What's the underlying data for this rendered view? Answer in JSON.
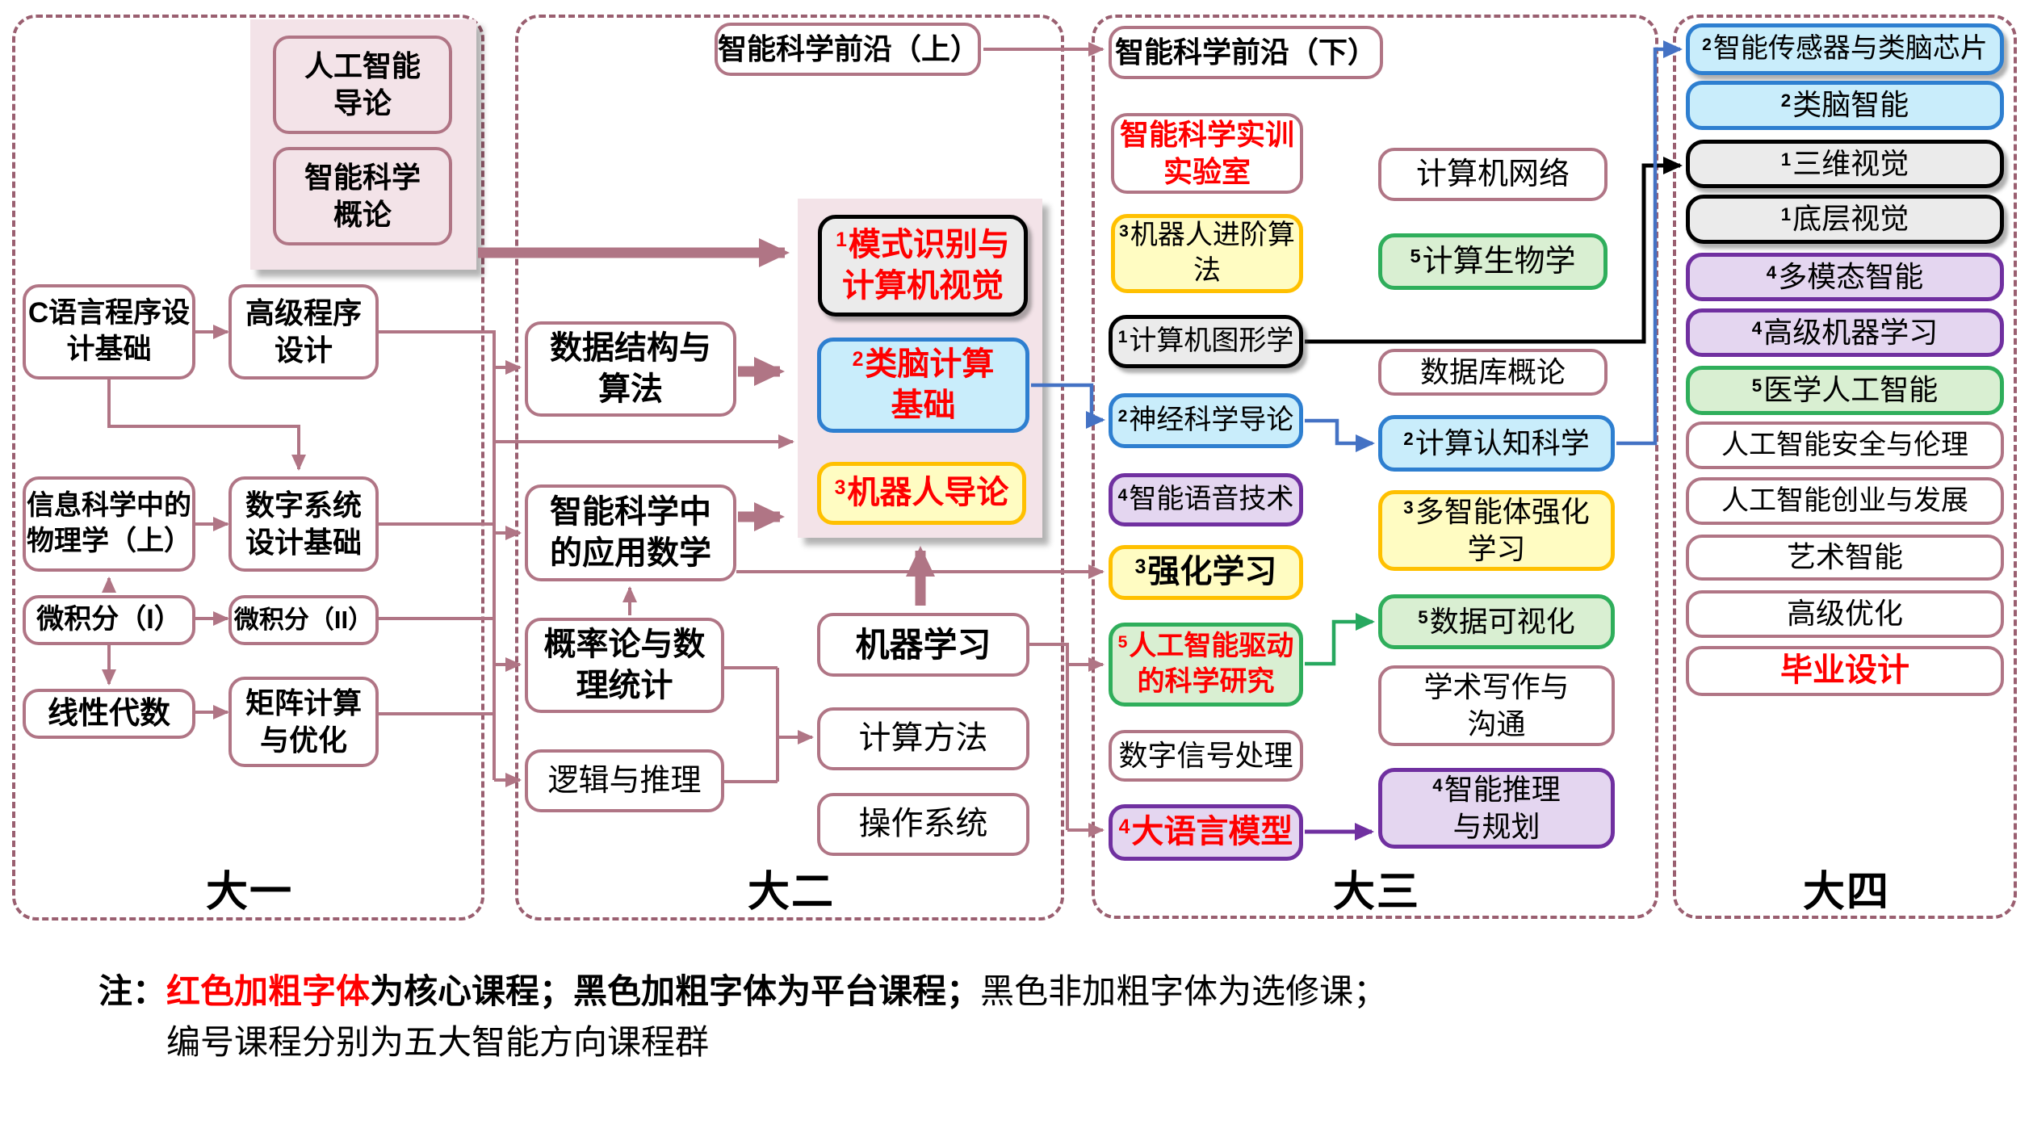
{
  "palette": {
    "pink_border": "#b07585",
    "dashed_border": "#9a5f70",
    "panel_fill": "#f3e3e8",
    "gray_fill": "#ebebeb",
    "blue_fill": "#c9edfb",
    "blue_border": "#2e7fd0",
    "yellow_fill": "#fffcc2",
    "yellow_border": "#ffc000",
    "green_fill": "#d9efd2",
    "green_border": "#2fae5b",
    "purple_fill": "#e4d6f0",
    "purple_border": "#7030a0",
    "red_text": "#ff0000",
    "arrow_blue": "#4472c4",
    "arrow_green": "#27a85f",
    "arrow_purple": "#7030a0",
    "arrow_black": "#000000"
  },
  "years": {
    "y1": {
      "label": "大一",
      "ai_intro": "人工智能\n导论",
      "intel_sci_overview": "智能科学\n概论",
      "c_lang": "C语言程序设\n计基础",
      "adv_prog": "高级程序\n设计",
      "physics_info_upper": "信息科学中的\n物理学（上）",
      "digital_sys": "数字系统\n设计基础",
      "calc1": "微积分（I）",
      "calc2": "微积分（II）",
      "linear_algebra": "线性代数",
      "matrix_opt": "矩阵计算\n与优化"
    },
    "y2": {
      "label": "大二",
      "frontier_upper": "智能科学前沿（上）",
      "data_structures": "数据结构与\n算法",
      "applied_math": "智能科学中\n的应用数学",
      "probability": "概率论与数\n理统计",
      "logic": "逻辑与推理",
      "pattern_cv": {
        "sup": "1",
        "text": "模式识别与\n计算机视觉"
      },
      "brain_computing": {
        "sup": "2",
        "text": "类脑计算\n基础"
      },
      "robotics_intro": {
        "sup": "3",
        "text": "机器人导论"
      },
      "machine_learning": "机器学习",
      "computational_methods": "计算方法",
      "operating_systems": "操作系统"
    },
    "y3": {
      "label": "大三",
      "frontier_lower": "智能科学前沿（下）",
      "training_lab": "智能科学实训\n实验室",
      "computer_networks": "计算机网络",
      "robotics_advanced": {
        "sup": "3",
        "text": "机器人进阶算\n法"
      },
      "computational_biology": {
        "sup": "5",
        "text": "计算生物学"
      },
      "computer_graphics": {
        "sup": "1",
        "text": "计算机图形学"
      },
      "database_intro": "数据库概论",
      "neuroscience_intro": {
        "sup": "2",
        "text": "神经科学导论"
      },
      "computational_cognitive": {
        "sup": "2",
        "text": "计算认知科学"
      },
      "speech_tech": {
        "sup": "4",
        "text": "智能语音技术"
      },
      "multiagent_rl": {
        "sup": "3",
        "text": "多智能体强化\n学习"
      },
      "reinforcement_learning": {
        "sup": "3",
        "text": "强化学习"
      },
      "data_visualization": {
        "sup": "5",
        "text": "数据可视化"
      },
      "ai_driven_science": {
        "sup": "5",
        "text": "人工智能驱动\n的科学研究"
      },
      "academic_writing": "学术写作与\n沟通",
      "dsp": "数字信号处理",
      "llm": {
        "sup": "4",
        "text": "大语言模型"
      },
      "reasoning_planning": {
        "sup": "4",
        "text": "智能推理\n与规划"
      }
    },
    "y4": {
      "label": "大四",
      "sensors_chips": {
        "sup": "2",
        "text": "智能传感器与类脑芯片"
      },
      "brain_intelligence": {
        "sup": "2",
        "text": "类脑智能"
      },
      "vision_3d": {
        "sup": "1",
        "text": "三维视觉"
      },
      "low_level_vision": {
        "sup": "1",
        "text": "底层视觉"
      },
      "multimodal": {
        "sup": "4",
        "text": "多模态智能"
      },
      "advanced_ml": {
        "sup": "4",
        "text": "高级机器学习"
      },
      "medical_ai": {
        "sup": "5",
        "text": "医学人工智能"
      },
      "ai_safety": "人工智能安全与伦理",
      "ai_entrepreneurship": "人工智能创业与发展",
      "art_intelligence": "艺术智能",
      "advanced_optimization": "高级优化",
      "graduation_project": "毕业设计"
    }
  },
  "note": {
    "prefix": "注：",
    "core_term": "红色加粗字体",
    "core_desc": "为核心课程；",
    "platform_term": "黑色加粗字体",
    "platform_desc": "为平台课程；",
    "elective_desc": "黑色非加粗字体为选修课；",
    "line2": "编号课程分别为五大智能方向课程群"
  }
}
